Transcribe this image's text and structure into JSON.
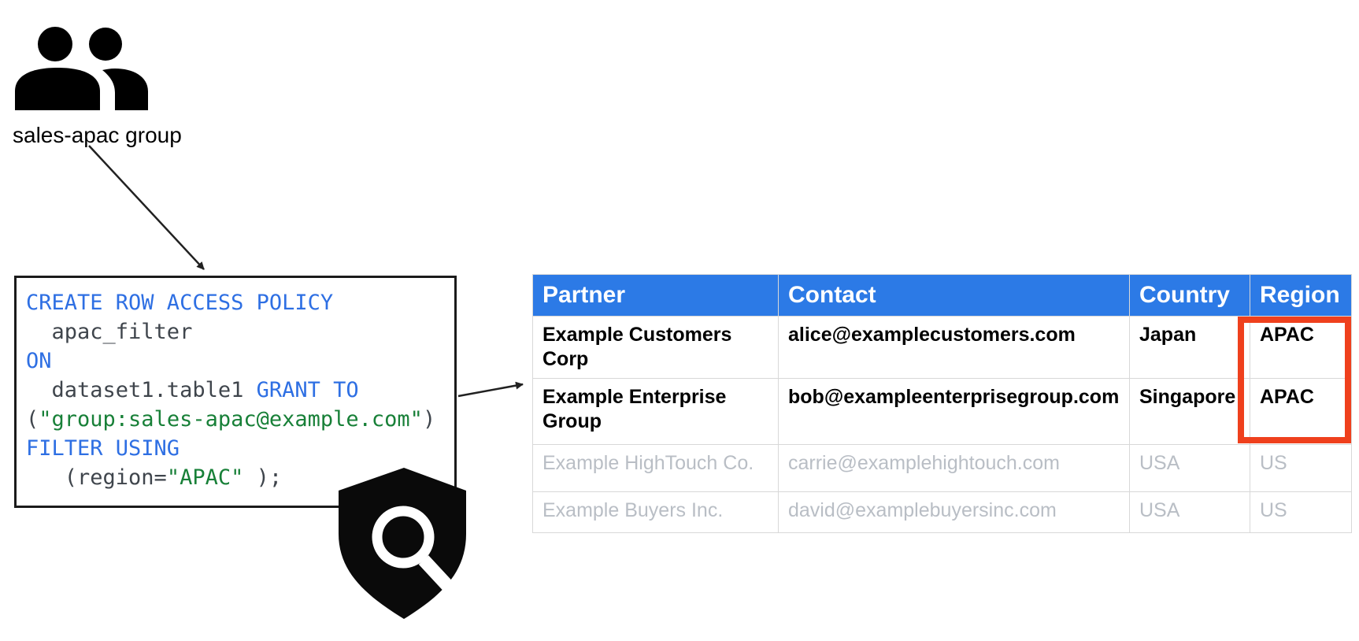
{
  "group": {
    "label": "sales-apac group"
  },
  "code": {
    "lines": [
      [
        {
          "t": "CREATE ROW ACCESS POLICY",
          "c": "kw"
        }
      ],
      [
        {
          "t": "  apac_filter",
          "c": "id"
        }
      ],
      [
        {
          "t": "ON",
          "c": "kw"
        }
      ],
      [
        {
          "t": "  dataset1.table1 ",
          "c": "id"
        },
        {
          "t": "GRANT TO",
          "c": "kw"
        }
      ],
      [
        {
          "t": "(",
          "c": "id"
        },
        {
          "t": "\"group:sales-apac@example.com\"",
          "c": "str"
        },
        {
          "t": ")",
          "c": "id"
        }
      ],
      [
        {
          "t": "FILTER USING",
          "c": "kw"
        }
      ],
      [
        {
          "t": "   (region=",
          "c": "id"
        },
        {
          "t": "\"APAC\"",
          "c": "str"
        },
        {
          "t": " );",
          "c": "id"
        }
      ]
    ]
  },
  "table": {
    "headers": [
      "Partner",
      "Contact",
      "Country",
      "Region"
    ],
    "rows": [
      {
        "partner": "Example Customers Corp",
        "contact": "alice@examplecustomers.com",
        "country": "Japan",
        "region": "APAC",
        "highlighted": true
      },
      {
        "partner": "Example Enterprise Group",
        "contact": "bob@exampleenterprisegroup.com",
        "country": "Singapore",
        "region": "APAC",
        "highlighted": true
      },
      {
        "partner": "Example HighTouch Co.",
        "contact": "carrie@examplehightouch.com",
        "country": "USA",
        "region": "US",
        "highlighted": false
      },
      {
        "partner": "Example Buyers Inc.",
        "contact": "david@examplebuyersinc.com",
        "country": "USA",
        "region": "US",
        "highlighted": false
      }
    ]
  },
  "icons": {
    "group": "people-group-icon",
    "shield": "security-shield-search-icon"
  },
  "colors": {
    "header-blue": "#2c7ae6",
    "highlight-red": "#ef401d",
    "code-keyword": "#2e6fe3",
    "code-string": "#188038",
    "code-identifier": "#3f454c",
    "muted-gray": "#b9bec5",
    "ink": "#000000"
  }
}
